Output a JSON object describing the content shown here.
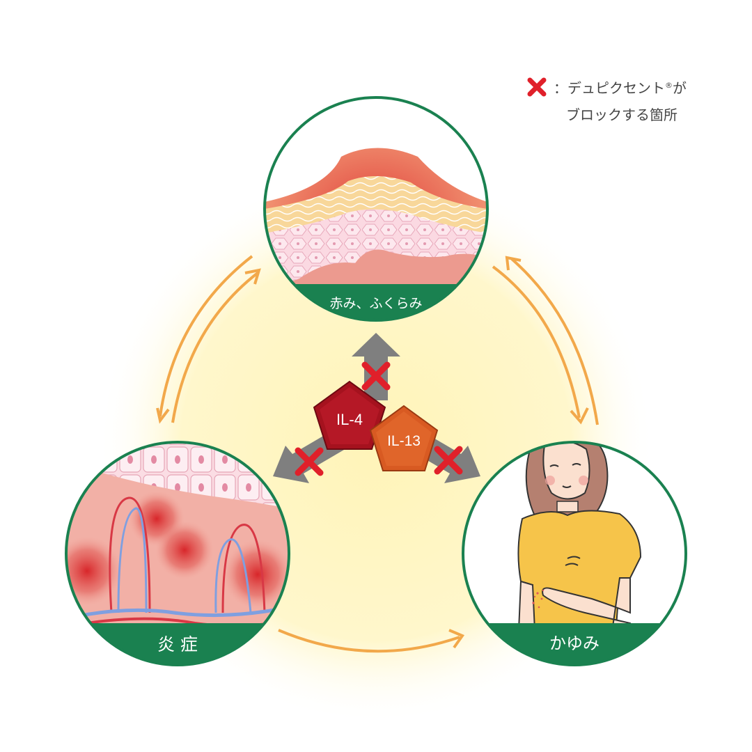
{
  "legend": {
    "line1_pre": "：デュピクセント",
    "line1_reg": "®",
    "line1_post": "が",
    "line2": "ブロックする箇所",
    "mark_icon": "red-x-icon"
  },
  "nodes": {
    "top": {
      "label": "赤み、ふくらみ",
      "icon": "skin-swelling-illustration"
    },
    "left": {
      "label": "炎 症",
      "icon": "inflammation-tissue-illustration"
    },
    "right": {
      "label": "かゆみ",
      "icon": "itching-woman-illustration"
    }
  },
  "cytokines": {
    "il4": "IL-4",
    "il13": "IL-13"
  },
  "colors": {
    "ring_green": "#1a8150",
    "glow_yellow": "#fff6c2",
    "cycle_arrow": "#f2a84a",
    "block_red": "#e0202a",
    "il4_fill": "#a5121e",
    "il13_fill": "#d85a22",
    "grey_arrow": "#7e7e7e"
  }
}
